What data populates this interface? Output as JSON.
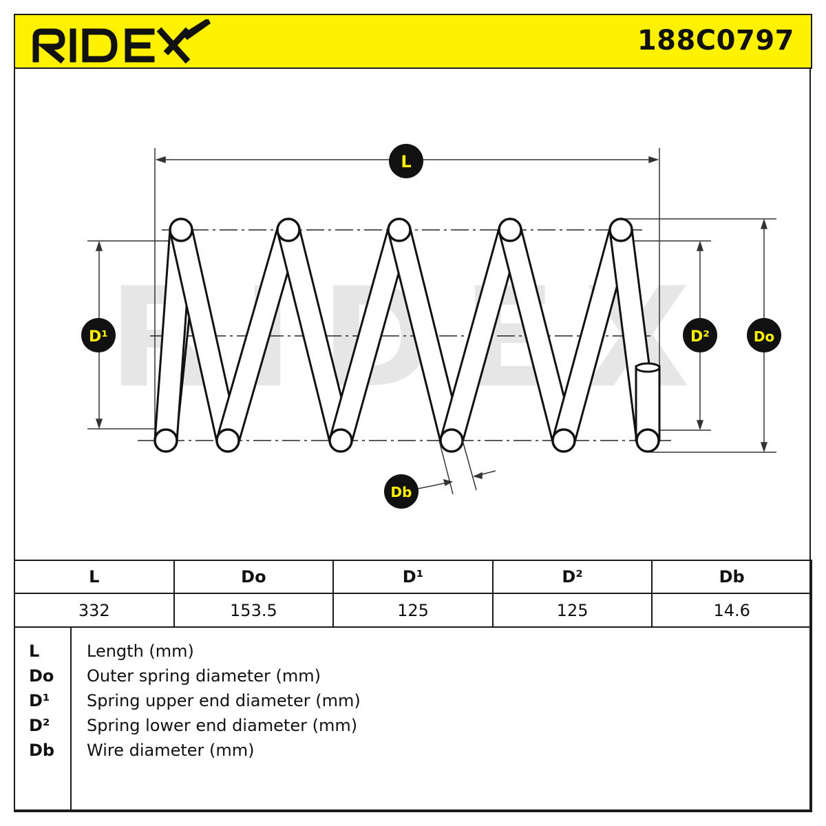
{
  "header": {
    "brand": "RIDEX",
    "part_number": "188C0797"
  },
  "watermark": "RIDEX",
  "diagram_labels": {
    "L": "L",
    "Do": "Do",
    "D1": "D¹",
    "D2": "D²",
    "Db": "Db"
  },
  "colors": {
    "brand_yellow": "#fff200",
    "ink": "#111111",
    "watermark": "#e6e6e6"
  },
  "table": {
    "headers": [
      "L",
      "Do",
      "D¹",
      "D²",
      "Db"
    ],
    "values": [
      "332",
      "153.5",
      "125",
      "125",
      "14.6"
    ]
  },
  "legend": [
    {
      "symbol": "L",
      "description": "Length (mm)"
    },
    {
      "symbol": "Do",
      "description": "Outer spring diameter (mm)"
    },
    {
      "symbol": "D¹",
      "description": "Spring upper end diameter (mm)"
    },
    {
      "symbol": "D²",
      "description": "Spring lower end diameter (mm)"
    },
    {
      "symbol": "Db",
      "description": "Wire diameter (mm)"
    }
  ]
}
